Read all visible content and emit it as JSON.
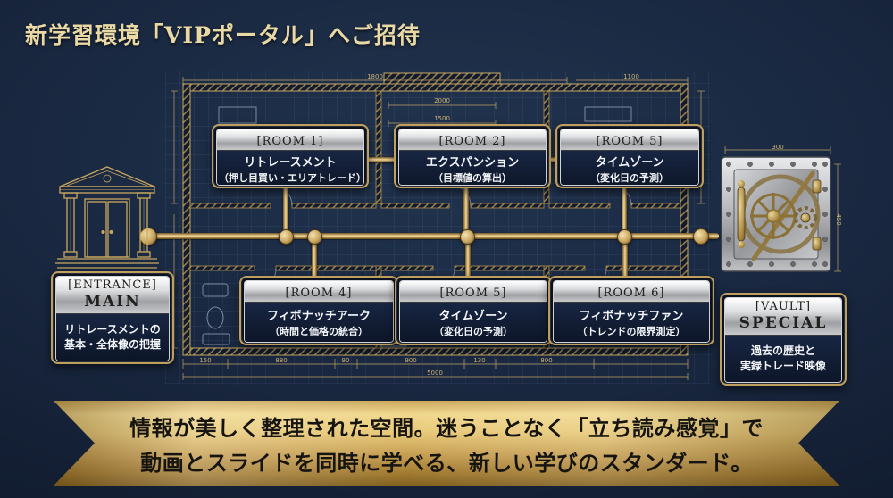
{
  "title": "新学習環境「VIPポータル」へご招待",
  "rooms": [
    {
      "label": "[ROOM 1]",
      "name": "リトレースメント",
      "desc": "（押し目買い・エリアトレード）"
    },
    {
      "label": "[ROOM 2]",
      "name": "エクスパンション",
      "desc": "（目標値の算出）"
    },
    {
      "label": "[ROOM 5]",
      "name": "タイムゾーン",
      "desc": "（変化日の予測）"
    },
    {
      "label": "[ROOM 4]",
      "name": "フィボナッチアーク",
      "desc": "（時間と価格の統合）"
    },
    {
      "label": "[ROOM 5]",
      "name": "タイムゾーン",
      "desc": "（変化日の予測）"
    },
    {
      "label": "[ROOM 6]",
      "name": "フィボナッチファン",
      "desc": "（トレンドの限界測定）"
    }
  ],
  "entrance": {
    "tag": "[ENTRANCE]",
    "name": "MAIN",
    "desc1": "リトレースメントの",
    "desc2": "基本・全体像の把握"
  },
  "vault": {
    "tag": "[VAULT]",
    "name": "SPECIAL",
    "desc1": "過去の歴史と",
    "desc2": "実録トレード映像"
  },
  "banner": {
    "line1": "情報が美しく整理された空間。迷うことなく「立ち読み感覚」で",
    "line2": "動画とスライドを同時に学べる、新しい学びのスタンダード。"
  },
  "dims": {
    "top_left": "1800",
    "top_right": "1100",
    "inner_top": "2000",
    "inner_mid": "1500",
    "vault_w": "300",
    "vault_h": "450",
    "bottom": [
      "150",
      "880",
      "90",
      "900",
      "130",
      "800"
    ],
    "bottom_total": "5000"
  },
  "colors": {
    "background_navy": "#16233c",
    "accent_gold": "#d4b05e",
    "plaque_silver": "#c9cacd",
    "banner_gold": "#e7c878",
    "blueprint_line": "#bfa267"
  }
}
